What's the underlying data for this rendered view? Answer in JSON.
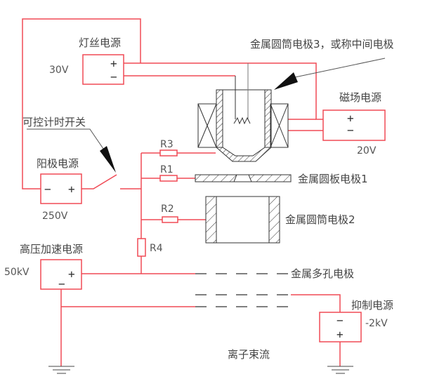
{
  "colors": {
    "wire": "#f04a55",
    "structure": "#333333",
    "text": "#555555",
    "dashed": "#555555"
  },
  "labels": {
    "filament_supply": "灯丝电源",
    "filament_voltage": "30V",
    "electrode3": "金属圆筒电极3，或称中间电极",
    "magnet_supply": "磁场电源",
    "magnet_voltage": "20V",
    "timer_switch": "可控计时开关",
    "anode_supply": "阳极电源",
    "anode_voltage": "250V",
    "r3": "R3",
    "r1": "R1",
    "r2": "R2",
    "r4": "R4",
    "electrode1": "金属圆板电极1",
    "electrode2": "金属圆筒电极2",
    "hv_supply": "高压加速电源",
    "hv_voltage": "50kV",
    "multihole_electrode": "金属多孔电极",
    "suppress_supply": "抑制电源",
    "suppress_voltage": "-2kV",
    "ion_beam": "离子束流"
  },
  "symbols": {
    "plus": "+",
    "minus": "−"
  }
}
